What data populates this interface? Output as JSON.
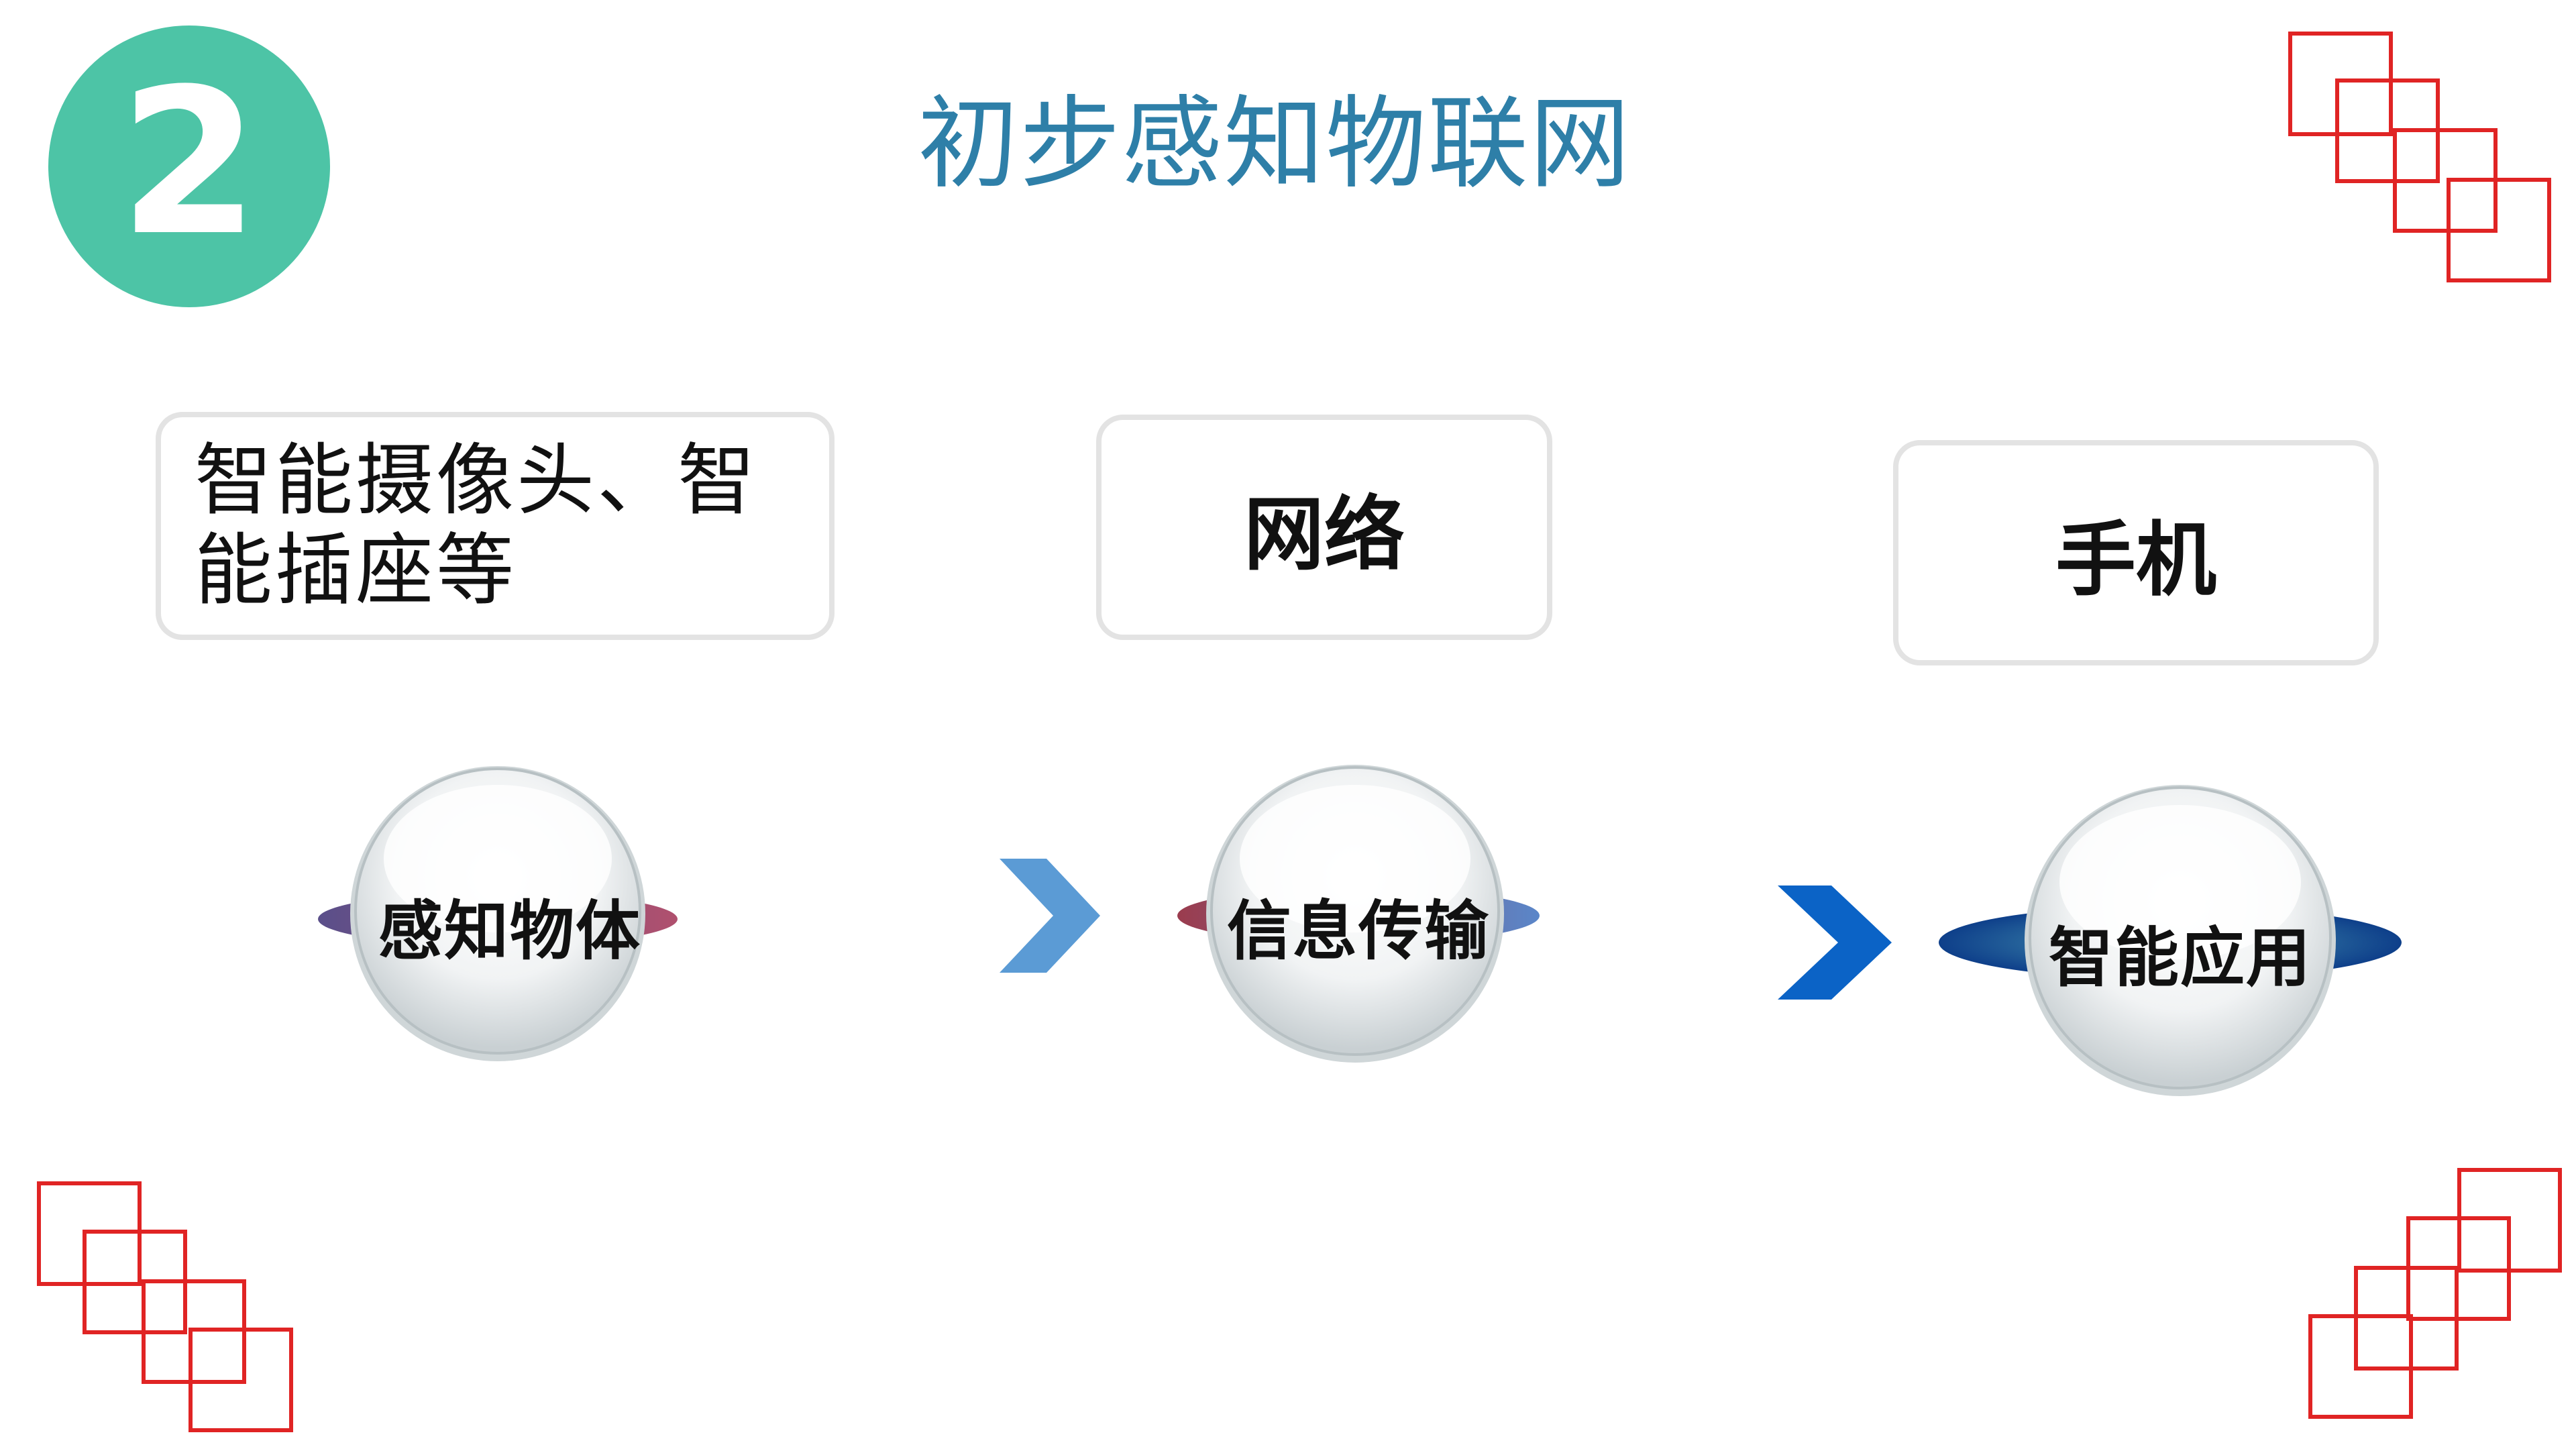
{
  "badge": {
    "number": "2",
    "color": "#4dc4a6"
  },
  "title": "初步感知物联网",
  "boxes": {
    "devices": "智能摄像头、智能插座等",
    "network": "网络",
    "phone": "手机"
  },
  "steps": [
    {
      "label": "感知物体",
      "ring_colors": [
        "#5a4f8a",
        "#b0506e"
      ]
    },
    {
      "label": "信息传输",
      "ring_colors": [
        "#9b3c4e",
        "#5a86c9"
      ]
    },
    {
      "label": "智能应用",
      "ring_colors": [
        "#1b4f9c",
        "#6b8f3a"
      ]
    }
  ],
  "colors": {
    "title": "#2e7fa8",
    "chevron_light": "#5b9bd5",
    "chevron_dark": "#0b63c6",
    "corner_red": "#e02424"
  },
  "icons": {
    "arrow_1": "chevron-right-icon",
    "arrow_2": "chevron-right-icon",
    "decor": "overlapping-squares-icon"
  }
}
